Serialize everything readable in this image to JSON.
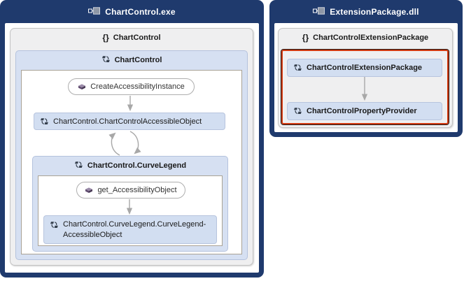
{
  "colors": {
    "assembly_panel": "#1f3a6d",
    "group_background": "#efeff0",
    "class_group_background": "#d6e0f2",
    "class_node_background": "#d2def1",
    "selection_border": "#d23a10",
    "arrow": "#a8a8a8"
  },
  "left_assembly": {
    "title": "ChartControl.exe",
    "namespace_icon": "{}",
    "namespace_label": "ChartControl",
    "class_group_label": "ChartControl",
    "create_accessibility_instance_label": "CreateAccessibilityInstance",
    "chart_control_accessible_object_label": "ChartControl.ChartControlAccessibleObject",
    "curve_legend_group_label": "ChartControl.CurveLegend",
    "get_accessibility_object_label": "get_AccessibilityObject",
    "curve_legend_accessible_object_line1": "ChartControl.CurveLegend.CurveLegend-",
    "curve_legend_accessible_object_line2": "AccessibleObject"
  },
  "right_assembly": {
    "title": "ExtensionPackage.dll",
    "namespace_icon": "{}",
    "namespace_label": "ChartControlExtensionPackage",
    "extension_package_class_label": "ChartControlExtensionPackage",
    "property_provider_class_label": "ChartControlPropertyProvider"
  }
}
